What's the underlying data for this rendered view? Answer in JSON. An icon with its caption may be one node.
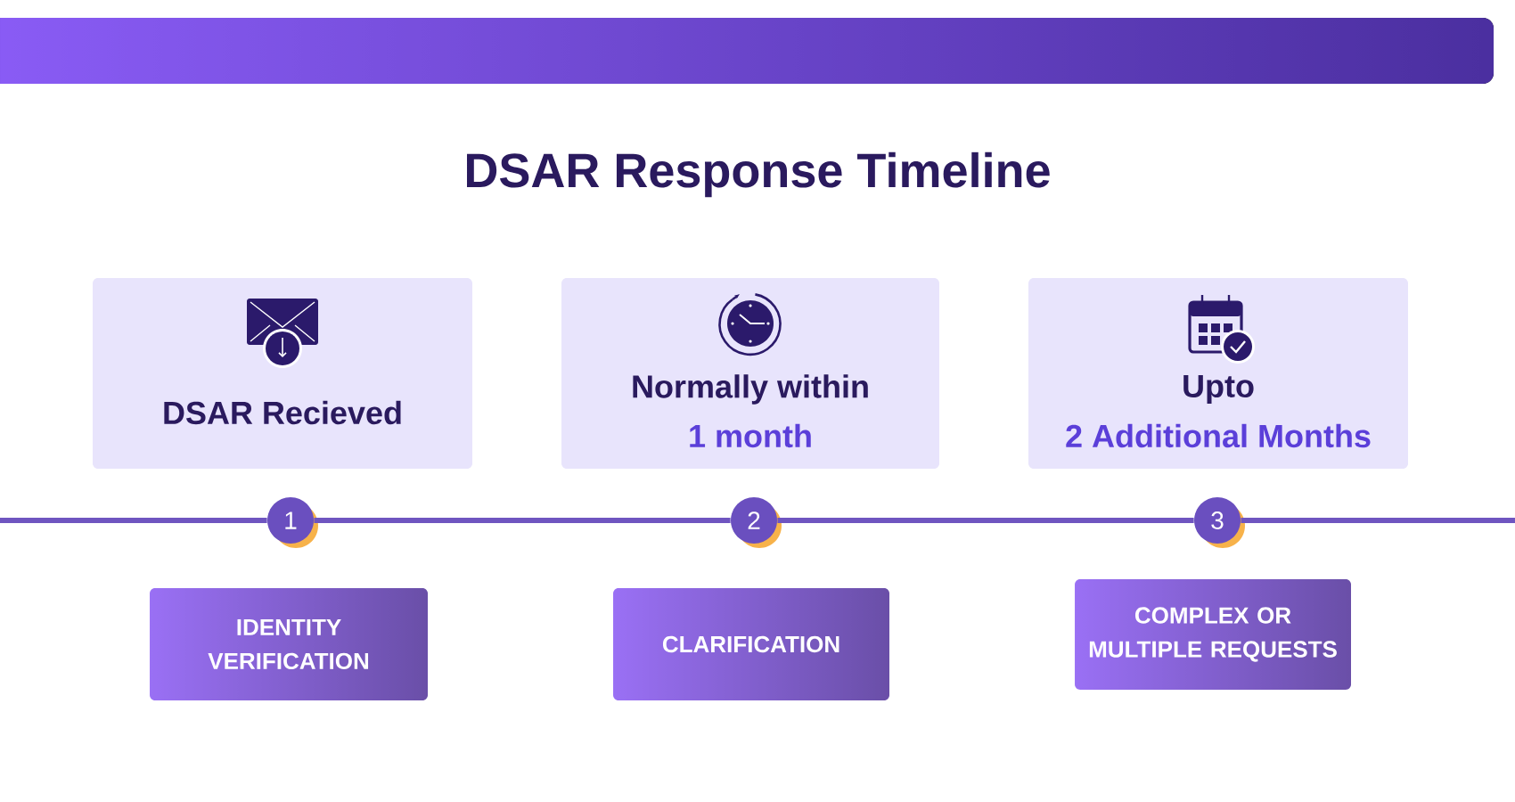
{
  "diagram": {
    "title": "DSAR Response Timeline",
    "nodes": [
      {
        "text": [
          "DSAR Recieved"
        ]
      },
      {
        "text": [
          "Normally within",
          "1 month"
        ]
      },
      {
        "text": [
          "Upto",
          "2 Additional Months"
        ]
      },
      {
        "text": [
          "1"
        ]
      },
      {
        "text": [
          "2"
        ]
      },
      {
        "text": [
          "3"
        ]
      },
      {
        "text": [
          "IDENTITY VERIFICATION"
        ]
      },
      {
        "text": [
          "CLARIFICATION"
        ]
      },
      {
        "text": [
          "COMPLEX OR MULTIPLE REQUESTS"
        ]
      }
    ],
    "edges": [
      {
        "from": null,
        "to": 3,
        "arrow": "none"
      },
      {
        "from": 3,
        "to": 4,
        "arrow": "none"
      },
      {
        "from": 4,
        "to": 5,
        "arrow": "none"
      },
      {
        "from": 5,
        "to": null,
        "arrow": "none"
      }
    ]
  }
}
